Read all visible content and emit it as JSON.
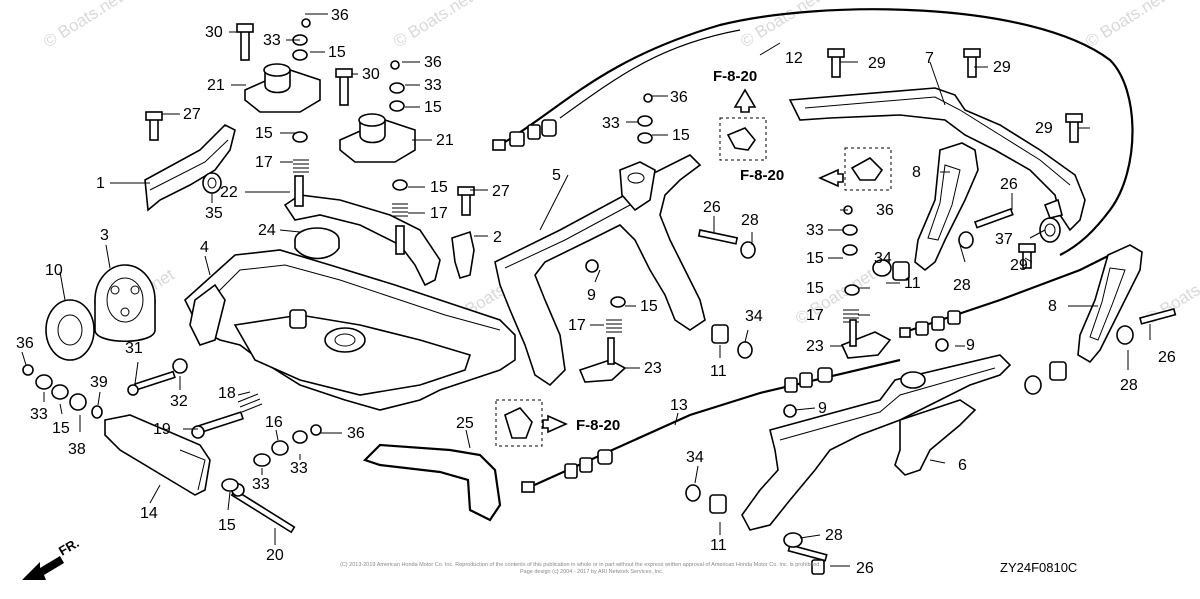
{
  "diagram": {
    "watermark": "© Boats.net",
    "page_code": "ZY24F0810C",
    "front_arrow_label": "FR.",
    "copyright_line1": "(C) 2013-2019 American Honda Motor Co. Inc. Reproduction of the contents of this publication in whole or in part without the express written approval of American Honda Motor Co. Inc. is prohibited.",
    "copyright_line2": "Page design (c) 2004 - 2017 by ARI Network Services, Inc.",
    "ref_label": "F-8-20",
    "callouts": [
      "36",
      "30",
      "33",
      "15",
      "21",
      "36",
      "30",
      "33",
      "15",
      "21",
      "12",
      "29",
      "7",
      "29",
      "29",
      "27",
      "1",
      "35",
      "15",
      "17",
      "22",
      "15",
      "17",
      "27",
      "24",
      "2",
      "5",
      "36",
      "33",
      "15",
      "F-8-20",
      "F-8-20",
      "26",
      "28",
      "8",
      "26",
      "36",
      "37",
      "33",
      "15",
      "29",
      "28",
      "3",
      "4",
      "10",
      "9",
      "15",
      "17",
      "23",
      "11",
      "34",
      "15",
      "17",
      "23",
      "9",
      "34",
      "11",
      "8",
      "26",
      "28",
      "36",
      "31",
      "32",
      "33",
      "15",
      "38",
      "39",
      "18",
      "19",
      "16",
      "36",
      "33",
      "33",
      "25",
      "13",
      "9",
      "F-8-20",
      "34",
      "11",
      "6",
      "14",
      "15",
      "20",
      "28",
      "26"
    ]
  }
}
